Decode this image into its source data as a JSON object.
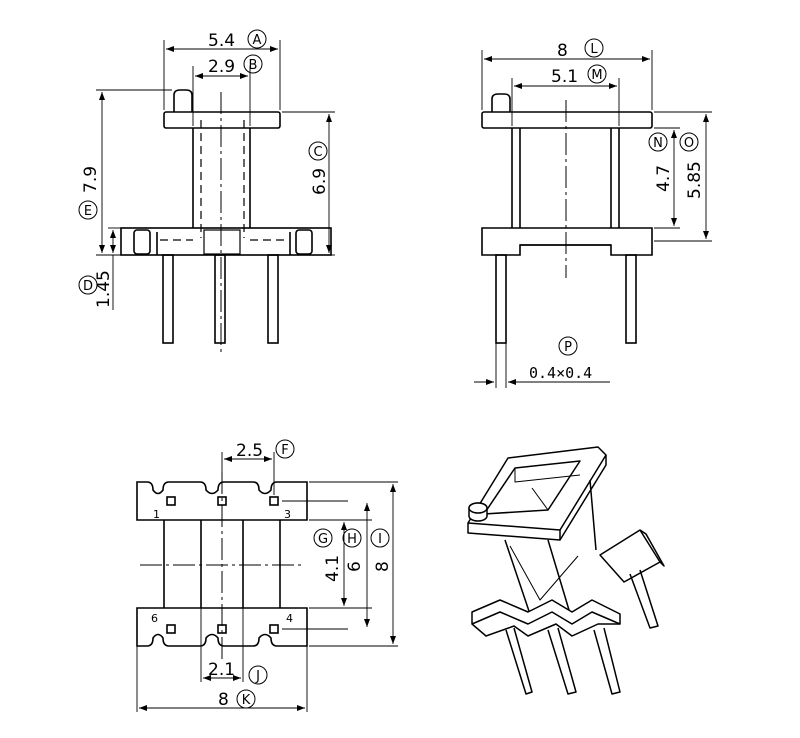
{
  "front_view": {
    "dims": {
      "A": "5.4",
      "B": "2.9",
      "C": "6.9",
      "D": "1.45",
      "E": "7.9"
    },
    "tags": {
      "A": "A",
      "B": "B",
      "C": "C",
      "D": "D",
      "E": "E"
    }
  },
  "side_view": {
    "dims": {
      "L": "8",
      "M": "5.1",
      "N": "4.7",
      "O": "5.85",
      "P": "0.4×0.4"
    },
    "tags": {
      "L": "L",
      "M": "M",
      "N": "N",
      "O": "O",
      "P": "P"
    }
  },
  "bottom_view": {
    "dims": {
      "F": "2.5",
      "G": "4.1",
      "H": "6",
      "I": "8",
      "J": "2.1",
      "K": "8"
    },
    "tags": {
      "F": "F",
      "G": "G",
      "H": "H",
      "I": "I",
      "J": "J",
      "K": "K"
    },
    "pins": [
      "1",
      "3",
      "6",
      "4"
    ]
  }
}
